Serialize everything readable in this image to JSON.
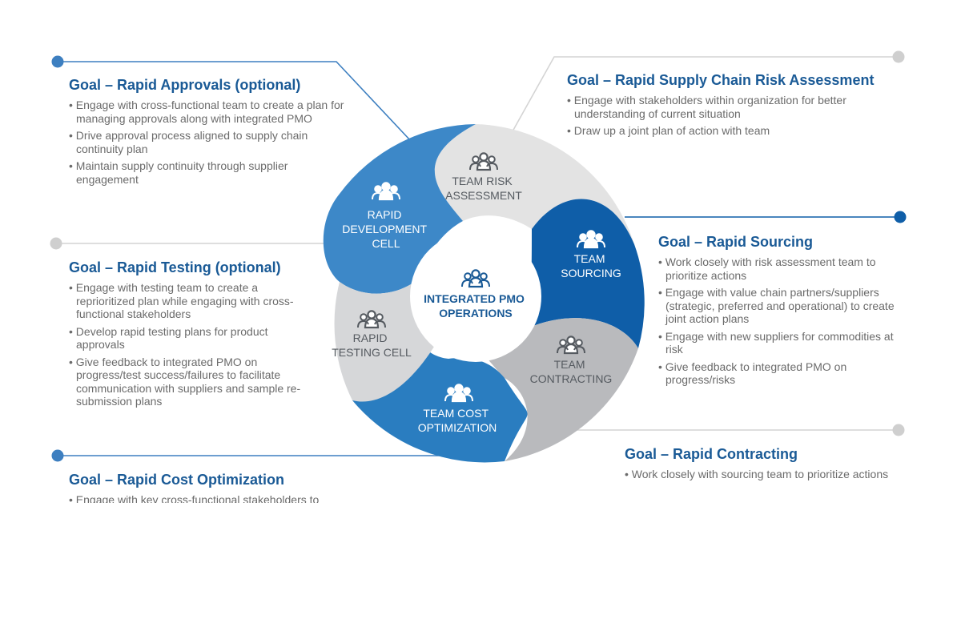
{
  "colors": {
    "blue_light": "#3d88c8",
    "blue_dark": "#0f5ea8",
    "blue_mid": "#2a7dc0",
    "gray_light": "#e3e3e3",
    "gray_mid": "#c8c9cb",
    "gray_dark": "#b4b5b8",
    "title": "#1a5a96",
    "body_text": "#6b6b6b"
  },
  "center": {
    "label_line1": "INTEGRATED PMO",
    "label_line2": "OPERATIONS",
    "icon": "people-group-icon"
  },
  "segments": [
    {
      "id": "rapid-development-cell",
      "lines": [
        "RAPID",
        "DEVELOPMENT",
        "CELL"
      ],
      "icon": "people-group-icon"
    },
    {
      "id": "team-risk-assessment",
      "lines": [
        "TEAM RISK",
        "ASSESSMENT"
      ],
      "icon": "people-group-icon"
    },
    {
      "id": "team-sourcing",
      "lines": [
        "TEAM",
        "SOURCING"
      ],
      "icon": "people-group-icon"
    },
    {
      "id": "team-contracting",
      "lines": [
        "TEAM",
        "CONTRACTING"
      ],
      "icon": "people-group-icon"
    },
    {
      "id": "team-cost-optimization",
      "lines": [
        "TEAM COST",
        "OPTIMIZATION"
      ],
      "icon": "people-group-icon"
    },
    {
      "id": "rapid-testing-cell",
      "lines": [
        "RAPID",
        "TESTING CELL"
      ],
      "icon": "people-group-icon"
    }
  ],
  "goals": {
    "approvals": {
      "title": "Goal – Rapid Approvals (optional)",
      "bullets": [
        "Engage with cross-functional team to create a plan for managing approvals along with integrated PMO",
        "Drive approval process aligned to supply chain continuity plan",
        "Maintain supply continuity through supplier engagement"
      ]
    },
    "supply_chain_risk": {
      "title": "Goal – Rapid Supply Chain Risk Assessment",
      "bullets": [
        "Engage with stakeholders within organization for better understanding of current situation",
        "Draw up a joint plan of action with team"
      ]
    },
    "sourcing": {
      "title": "Goal – Rapid Sourcing",
      "bullets": [
        "Work closely with risk assessment team to prioritize actions",
        "Engage with value chain partners/suppliers (strategic, preferred and operational) to create joint action plans",
        "Engage with new suppliers for commodities at risk",
        "Give feedback to integrated PMO on progress/risks"
      ]
    },
    "testing": {
      "title": "Goal – Rapid Testing (optional)",
      "bullets": [
        "Engage with testing team to create a reprioritized plan while engaging with cross-functional stakeholders",
        "Develop rapid testing plans for product approvals",
        "Give feedback to integrated PMO on progress/test success/failures to facilitate communication with suppliers and sample re-submission plans"
      ]
    },
    "contracting": {
      "title": "Goal – Rapid Contracting",
      "bullets": [
        "Work closely with sourcing team to prioritize actions"
      ]
    },
    "cost_optimization": {
      "title": "Goal – Rapid Cost Optimization",
      "bullets": [
        "Engage with key cross-functional stakeholders to"
      ]
    }
  }
}
